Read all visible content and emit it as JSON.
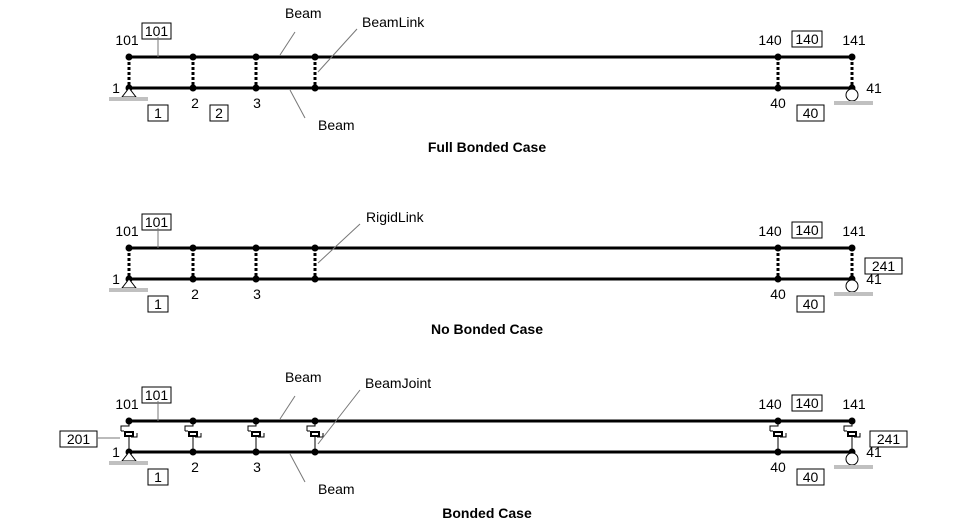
{
  "panels": [
    {
      "title": "Full Bonded Case",
      "link_type": "dashed",
      "top_nodes": [
        "101",
        "140",
        "141"
      ],
      "bottom_nodes": [
        "1",
        "2",
        "3",
        "40",
        "41"
      ],
      "element_boxes": {
        "top_left": "101",
        "top_right": "140",
        "bottom_1": "1",
        "bottom_2": "2",
        "bottom_right": "40"
      },
      "callouts": {
        "top_beam": "Beam",
        "link": "BeamLink",
        "bottom_beam": "Beam"
      }
    },
    {
      "title": "No Bonded Case",
      "link_type": "dashed",
      "top_nodes": [
        "101",
        "140",
        "141"
      ],
      "bottom_nodes": [
        "1",
        "2",
        "3",
        "40",
        "41"
      ],
      "element_boxes": {
        "top_left": "101",
        "top_right": "140",
        "bottom_1": "1",
        "bottom_right": "40",
        "link_right": "241"
      },
      "callouts": {
        "link": "RigidLink"
      }
    },
    {
      "title": "Bonded Case",
      "link_type": "joint",
      "top_nodes": [
        "101",
        "140",
        "141"
      ],
      "bottom_nodes": [
        "1",
        "2",
        "3",
        "40",
        "41"
      ],
      "element_boxes": {
        "top_left": "101",
        "top_right": "140",
        "bottom_1": "1",
        "bottom_right": "40",
        "link_left": "201",
        "link_right": "241"
      },
      "callouts": {
        "top_beam": "Beam",
        "link": "BeamJoint",
        "bottom_beam": "Beam"
      }
    }
  ]
}
